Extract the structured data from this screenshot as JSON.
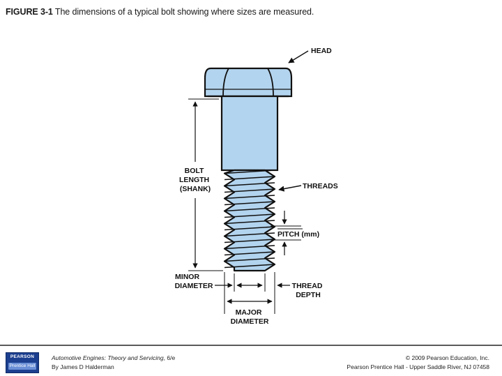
{
  "caption": {
    "figure_label": "FIGURE 3-1",
    "text": " The dimensions of a typical bolt showing where sizes are measured."
  },
  "diagram": {
    "labels": {
      "head": "HEAD",
      "bolt_length": [
        "BOLT",
        "LENGTH",
        "(SHANK)"
      ],
      "threads": "THREADS",
      "pitch": "PITCH (mm)",
      "minor_diameter": [
        "MINOR",
        "DIAMETER"
      ],
      "thread_depth": [
        "THREAD",
        "DEPTH"
      ],
      "major_diameter": [
        "MAJOR",
        "DIAMETER"
      ]
    },
    "colors": {
      "bolt_fill": "#b3d4ee",
      "outline": "#111111"
    }
  },
  "footer": {
    "logo": {
      "top": "PEARSON",
      "bottom": "Prentice Hall"
    },
    "book_title": "Automotive Engines: Theory and Servicing",
    "book_edition": ", 6/e",
    "book_author": "By James D Halderman",
    "copyright_line1": "© 2009 Pearson Education, Inc.",
    "copyright_line2": "Pearson Prentice Hall - Upper Saddle River, NJ 07458"
  }
}
